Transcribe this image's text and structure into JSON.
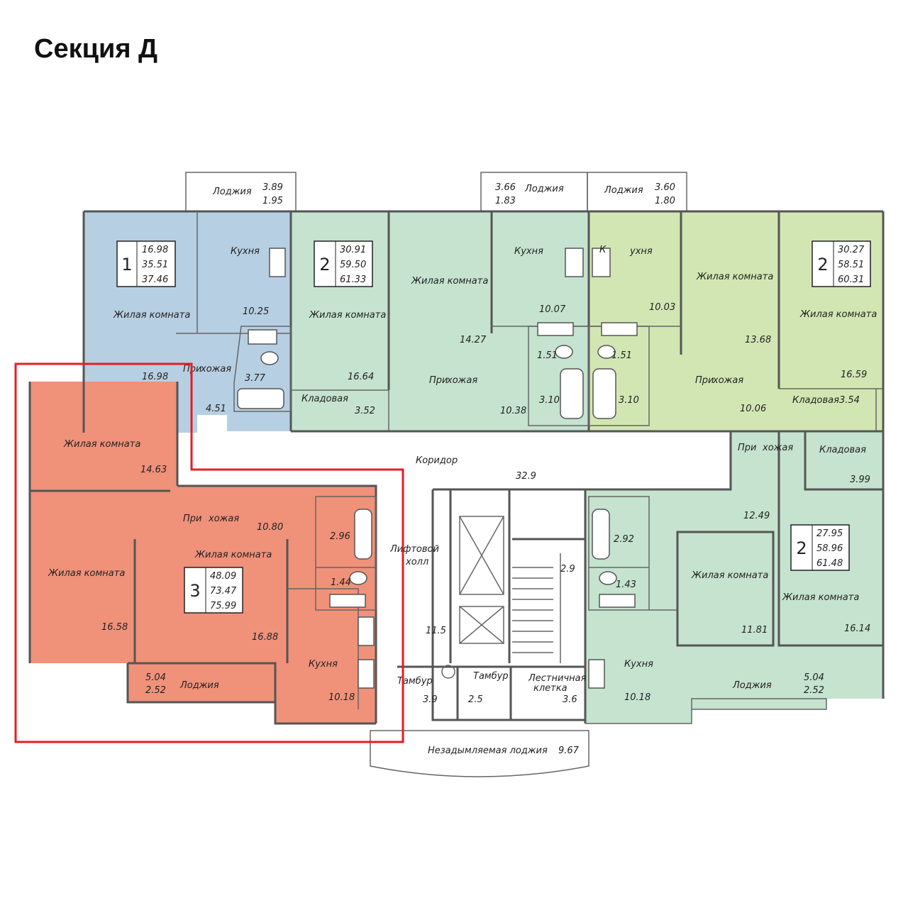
{
  "title": "Секция Д",
  "colors": {
    "blue": "#b7cfe3",
    "teal": "#c5e3cf",
    "green": "#d2e6b3",
    "orange": "#f0917a",
    "highlight": "#e31e24"
  },
  "labels": {
    "living": "Жилая комната",
    "kitchen": "Кухня",
    "kitchen_cut": "ухня",
    "kitchen_k": "К",
    "loggia": "Лоджия",
    "storage": "Кладовая",
    "hall_a": "При",
    "hall_b": "хожая",
    "corridor": "Коридор",
    "lift_hall_1": "Лифтовой",
    "lift_hall_2": "холл",
    "tambour": "Тамбур",
    "stair_1": "Лестничная",
    "stair_2": "клетка",
    "smoke_free_loggia": "Незадымляемая лоджия"
  },
  "apartments": {
    "a1": {
      "rooms": "1",
      "areas": [
        "16.98",
        "35.51",
        "37.46"
      ]
    },
    "a2": {
      "rooms": "2",
      "areas": [
        "30.91",
        "59.50",
        "61.33"
      ]
    },
    "a3": {
      "rooms": "2",
      "areas": [
        "30.27",
        "58.51",
        "60.31"
      ]
    },
    "a4": {
      "rooms": "3",
      "areas": [
        "48.09",
        "73.47",
        "75.99"
      ]
    },
    "a5": {
      "rooms": "2",
      "areas": [
        "27.95",
        "58.96",
        "61.48"
      ]
    }
  },
  "values": {
    "v389": "3.89",
    "v195": "1.95",
    "v366": "3.66",
    "v183": "1.83",
    "v360": "3.60",
    "v180": "1.80",
    "v1025": "10.25",
    "v1698": "16.98",
    "v377": "3.77",
    "v451": "4.51",
    "v1664": "16.64",
    "v1427": "14.27",
    "v1007": "10.07",
    "v151": "1.51",
    "v310": "3.10",
    "v1038": "10.38",
    "v352": "3.52",
    "v1003": "10.03",
    "v1368": "13.68",
    "v1659": "16.59",
    "v1006": "10.06",
    "v354": "3.54",
    "v1463": "14.63",
    "v1080": "10.80",
    "v296": "2.96",
    "v144": "1.44",
    "v1658": "16.58",
    "v1688": "16.88",
    "v504": "5.04",
    "v252": "2.52",
    "v1018": "10.18",
    "v329": "32.9",
    "v115": "11.5",
    "v29": "2.9",
    "v39": "3.9",
    "v25": "2.5",
    "v36": "3.6",
    "v967": "9.67",
    "v399": "3.99",
    "v1249": "12.49",
    "v292": "2.92",
    "v143": "1.43",
    "v1181": "11.81",
    "v1614": "16.14"
  }
}
